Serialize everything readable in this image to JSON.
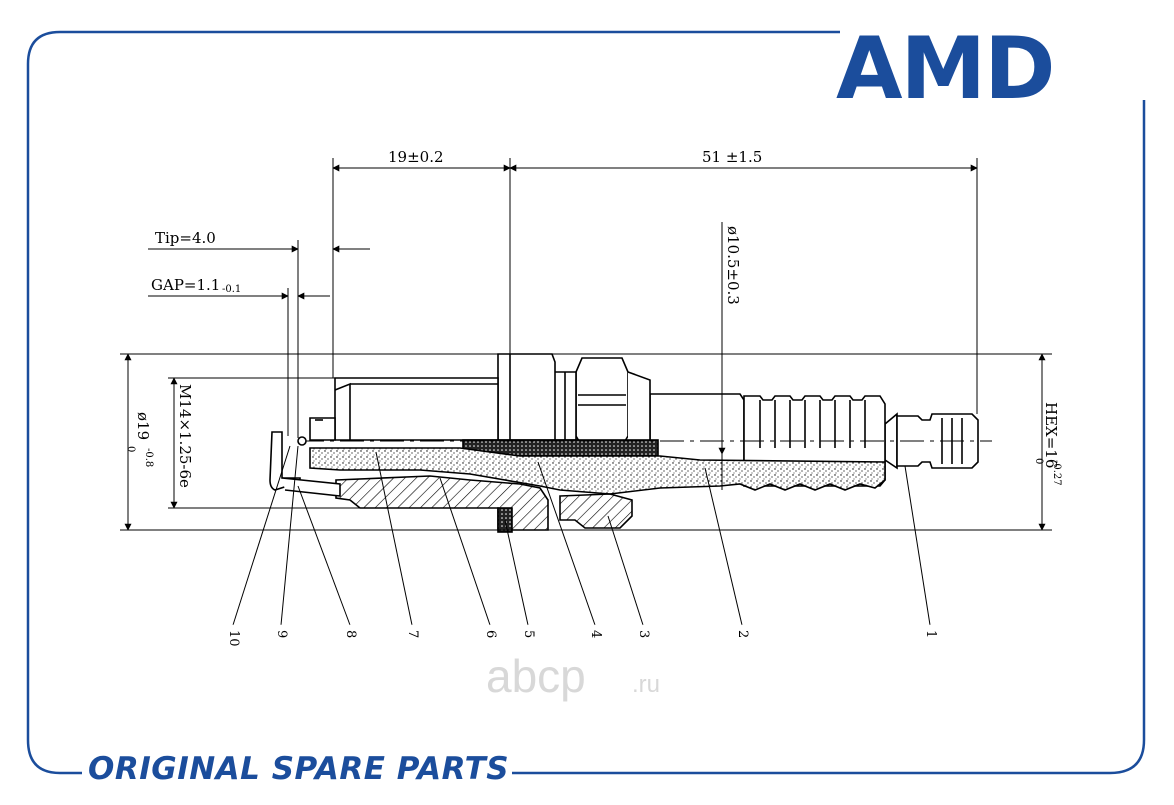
{
  "brand": {
    "logo_text": "AMD",
    "color": "#1b4d9c"
  },
  "footer": {
    "text": "ORIGINAL SPARE PARTS"
  },
  "watermark": {
    "main": "abcp",
    "suffix": ".ru"
  },
  "dimensions": {
    "length_left": "19±0.2",
    "length_right": "51 ±1.5",
    "tip": "Tip=4.0",
    "gap_main": "GAP=1.1",
    "gap_tol": "-0.1",
    "insulator_dia": "ø10.5±0.3",
    "thread": "M14×1.25-6e",
    "body_dia_main": "ø19",
    "body_dia_upper": "0",
    "body_dia_lower": "-0.8",
    "hex_main": "HEX=16",
    "hex_upper": "0",
    "hex_lower": "-0.27"
  },
  "parts": [
    "10",
    "9",
    "8",
    "7",
    "6",
    "5",
    "4",
    "3",
    "2",
    "1"
  ]
}
